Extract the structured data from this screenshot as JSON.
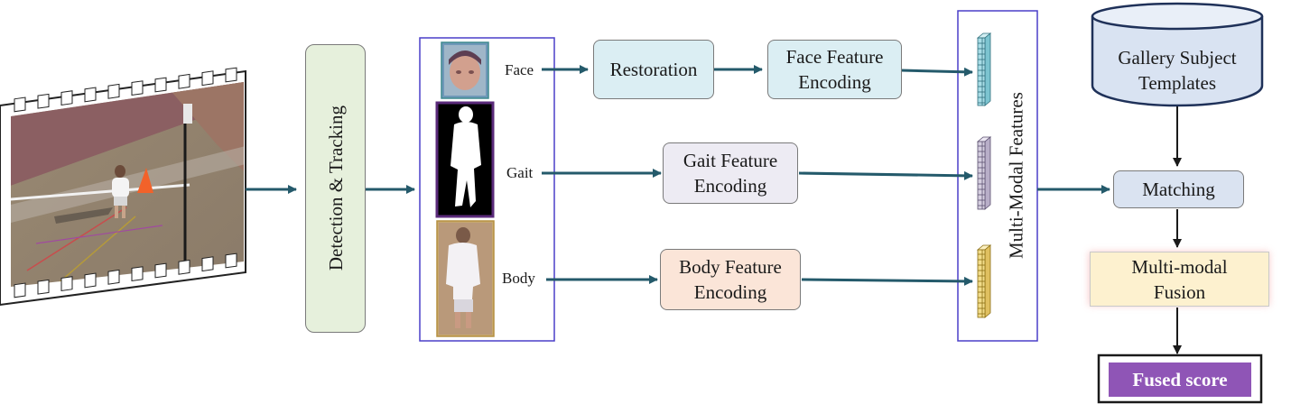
{
  "pipeline": {
    "detection": "Detection & Tracking",
    "modalities": {
      "face": "Face",
      "gait": "Gait",
      "body": "Body"
    },
    "restoration": "Restoration",
    "face_encoding": [
      "Face Feature",
      "Encoding"
    ],
    "gait_encoding": [
      "Gait Feature",
      "Encoding"
    ],
    "body_encoding": [
      "Body Feature",
      "Encoding"
    ],
    "features": "Multi-Modal Features",
    "gallery": [
      "Gallery Subject",
      "Templates"
    ],
    "matching": "Matching",
    "fusion": [
      "Multi-modal",
      "Fusion"
    ],
    "fused_score": "Fused score"
  },
  "colors": {
    "arrow": "#245a6b",
    "panel_border": "#4a3fc8",
    "detection_fill": "#e6f0dc",
    "restoration_fill": "#dbeef3",
    "gait_fill": "#edebf3",
    "body_fill": "#fbe5d8",
    "gallery_fill": "#d9e3f2",
    "gallery_border": "#1f3159",
    "matching_fill": "#dae3f1",
    "fusion_fill": "#fdf1cf",
    "fused_fill": "#8f55b6"
  }
}
